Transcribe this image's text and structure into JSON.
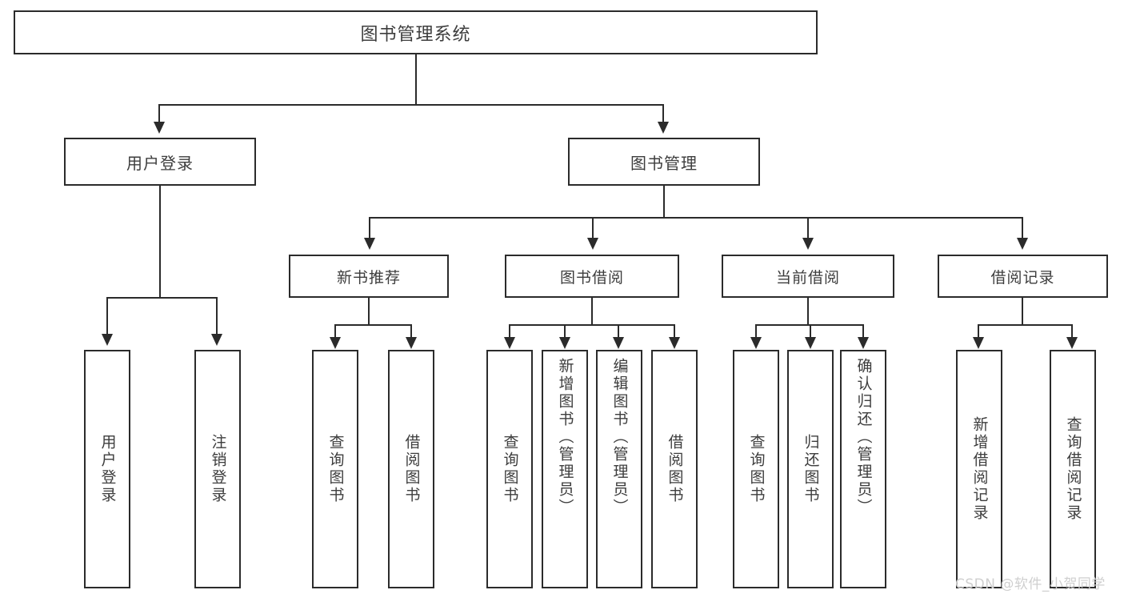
{
  "diagram": {
    "title": "图书管理系统",
    "type": "functional-structure-tree",
    "root": {
      "label": "图书管理系统"
    },
    "level2": [
      {
        "label": "用户登录"
      },
      {
        "label": "图书管理"
      }
    ],
    "level3": [
      {
        "label": "新书推荐"
      },
      {
        "label": "图书借阅"
      },
      {
        "label": "当前借阅"
      },
      {
        "label": "借阅记录"
      }
    ],
    "leaves": {
      "user_login": [
        {
          "label": "用户登录"
        },
        {
          "label": "注销登录"
        }
      ],
      "new_book_recommend": [
        {
          "label": "查询图书"
        },
        {
          "label": "借阅图书"
        }
      ],
      "book_borrow": [
        {
          "label": "查询图书"
        },
        {
          "label": "新增图书（管理员）"
        },
        {
          "label": "编辑图书（管理员）"
        },
        {
          "label": "借阅图书"
        }
      ],
      "current_borrow": [
        {
          "label": "查询图书"
        },
        {
          "label": "归还图书"
        },
        {
          "label": "确认归还（管理员）"
        }
      ],
      "borrow_record": [
        {
          "label": "新增借阅记录"
        },
        {
          "label": "查询借阅记录"
        }
      ]
    }
  },
  "watermark": {
    "text": "CSDN @软件_小贺同学"
  },
  "colors": {
    "line": "#2b2b2b",
    "box_fill": "#ffffff",
    "text": "#3d3d3d",
    "watermark": "#cfcfcf"
  }
}
